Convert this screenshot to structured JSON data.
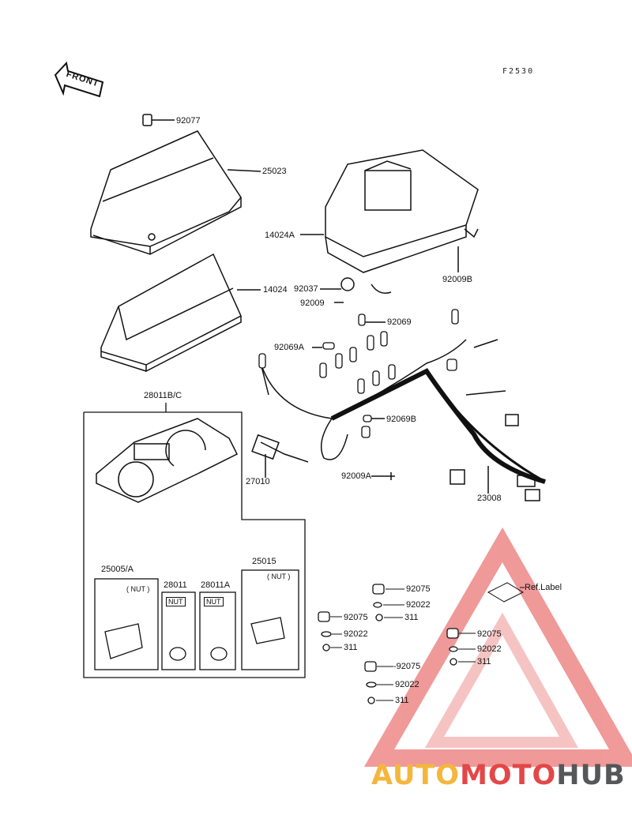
{
  "figure_code": "F2530",
  "front_label": "FRONT",
  "watermark": {
    "part1": "AUTOMOTO",
    "part2": "HUB",
    "colors": {
      "yellow": "#f4b63c",
      "red": "#e34747",
      "gray": "#555759"
    }
  },
  "labels": {
    "p92077": "92077",
    "p25023": "25023",
    "p14024A": "14024A",
    "p14024": "14024",
    "p92037": "92037",
    "p92009": "92009",
    "p92009B": "92009B",
    "p92069": "92069",
    "p92069A": "92069A",
    "p92069B": "92069B",
    "p92009A": "92009A",
    "p28011BC": "28011B/C",
    "p27010": "27010",
    "p23008": "23008",
    "p25005A": "25005/A",
    "p28011": "28011",
    "p28011A": "28011A",
    "p25015": "25015",
    "nut1": "( NUT )",
    "nut2": "NUT",
    "nut3": "NUT",
    "nut4": "( NUT )",
    "ref_label": "Ref.Label",
    "r1_92075": "92075",
    "r1_92022": "92022",
    "r2_92075": "92075",
    "r2_311": "311",
    "r2_92022": "92022",
    "r2_311b": "311",
    "r3_92075": "92075",
    "r3_92022": "92022",
    "r3_311": "311",
    "r4_92075": "-92075",
    "r4_92022": "92022",
    "r4_311": "311"
  }
}
